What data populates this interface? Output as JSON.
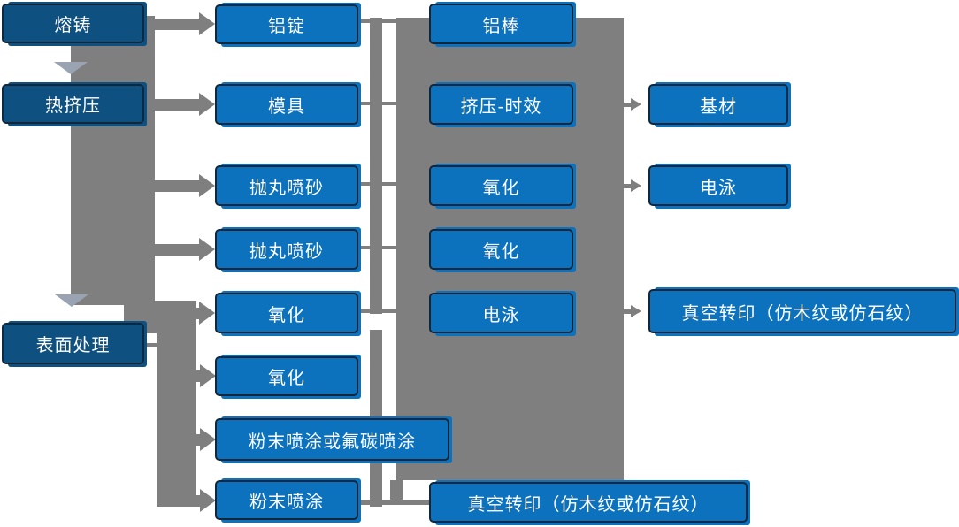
{
  "diagram_type": "flowchart",
  "language": "zh-CN",
  "colors": {
    "box_blue": "#0C72BE",
    "box_navy": "#0E5080",
    "box_border": "#14273A",
    "connector_gray": "#7F7F7F",
    "down_arrowhead_gray": "#9AA3B1",
    "text": "#FFFFFF",
    "background": "#FFFFFF"
  },
  "flow": {
    "column1": [
      "熔铸",
      "热挤压",
      "表面处理"
    ],
    "column2": [
      "铝锭",
      "模具",
      "抛丸喷砂",
      "抛丸喷砂",
      "氧化",
      "氧化",
      "粉末喷涂或氟碳喷涂",
      "粉末喷涂"
    ],
    "column3": [
      "铝棒",
      "挤压-时效",
      "氧化",
      "氧化",
      "电泳",
      "真空转印（仿木纹或仿石纹）"
    ],
    "column4": [
      "基材",
      "电泳",
      "真空转印（仿木纹或仿石纹）"
    ]
  },
  "edges": [
    {
      "from": "熔铸",
      "to": "热挤压",
      "style": "thick-down-arrow"
    },
    {
      "from": "热挤压",
      "to": "表面处理",
      "style": "thick-down-arrow"
    },
    {
      "from": "熔铸/热挤压",
      "to": "铝锭",
      "style": "thick-right-arrow"
    },
    {
      "from": "熔铸/热挤压",
      "to": "模具",
      "style": "thick-right-arrow"
    },
    {
      "from": "熔铸/热挤压",
      "to": "抛丸喷砂",
      "style": "thick-right-arrow"
    },
    {
      "from": "熔铸/热挤压",
      "to": "抛丸喷砂",
      "style": "thick-right-arrow"
    },
    {
      "from": "熔铸/热挤压",
      "to": "氧化",
      "style": "thick-right-arrow"
    },
    {
      "from": "表面处理",
      "to": "氧化",
      "style": "thick-right-arrow"
    },
    {
      "from": "表面处理",
      "to": "粉末喷涂或氟碳喷涂",
      "style": "thick-right-arrow"
    },
    {
      "from": "表面处理",
      "to": "粉末喷涂",
      "style": "thick-right-arrow"
    },
    {
      "from": "铝锭",
      "to": "铝棒",
      "style": "line"
    },
    {
      "from": "模具",
      "to": "挤压-时效",
      "style": "line"
    },
    {
      "from": "抛丸喷砂",
      "to": "氧化",
      "style": "line"
    },
    {
      "from": "抛丸喷砂",
      "to": "氧化",
      "style": "line"
    },
    {
      "from": "氧化",
      "to": "电泳",
      "style": "line"
    },
    {
      "from": "粉末喷涂",
      "to": "真空转印（仿木纹或仿石纹）",
      "style": "line"
    },
    {
      "from": "挤压-时效",
      "to": "基材",
      "style": "right-arrow"
    },
    {
      "from": "氧化",
      "to": "电泳",
      "style": "right-arrow"
    },
    {
      "from": "电泳",
      "to": "真空转印（仿木纹或仿石纹）",
      "style": "right-arrow"
    }
  ]
}
